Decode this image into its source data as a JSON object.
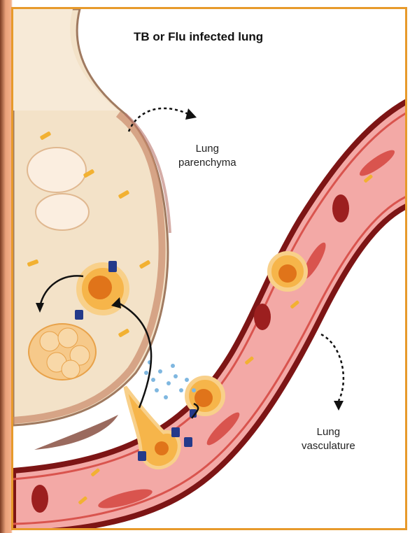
{
  "diagram": {
    "title": "TB or Flu infected lung",
    "labels": {
      "parenchyma_line1": "Lung",
      "parenchyma_line2": "parenchyma",
      "vasculature_line1": "Lung",
      "vasculature_line2": "vasculature"
    },
    "colors": {
      "frame_border": "#e79a2b",
      "tissue": "#f1dcc0",
      "vessel_wall": "#8c1d1d",
      "vessel_lumen": "#f0a8a8",
      "red_blood_cell": "#b22a2a",
      "immune_cell": "#f4a423",
      "immune_cell_nucleus": "#e07010",
      "receptor": "#243a8a",
      "cytokine": "#7fb7e0",
      "antibody": "#f2b132"
    }
  }
}
